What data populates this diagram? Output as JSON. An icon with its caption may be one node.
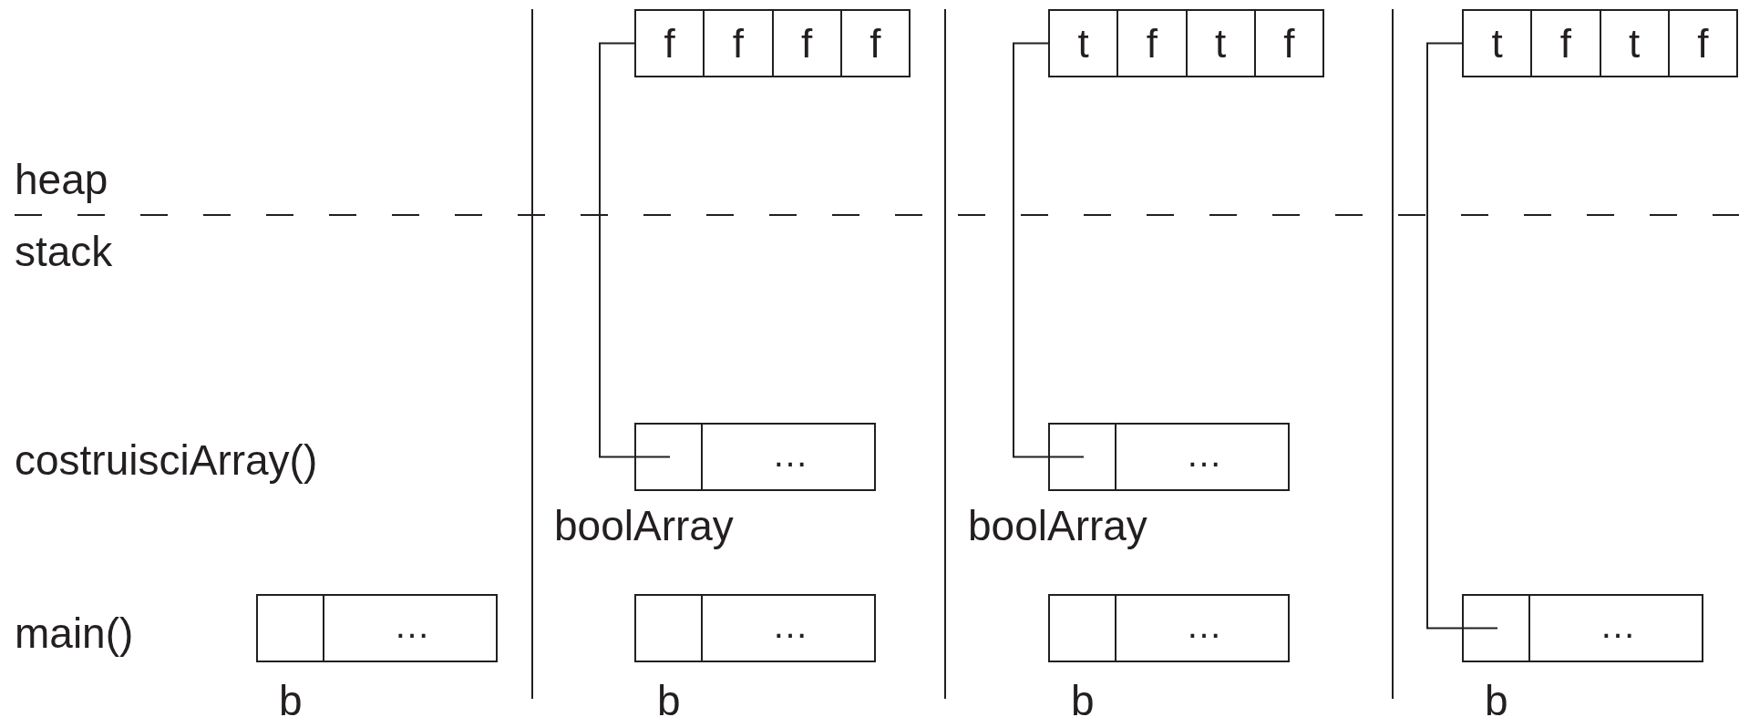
{
  "diagram": {
    "nodes": [
      {
        "text": [
          "f",
          "f",
          "f",
          "f"
        ]
      },
      {
        "text": [
          "t",
          "f",
          "t",
          "f"
        ]
      },
      {
        "text": [
          "t",
          "f",
          "t",
          "f"
        ]
      },
      {
        "text": [
          "…"
        ],
        "beside": [
          "boolArray"
        ]
      },
      {
        "text": [],
        "shape": "box",
        "in": 3
      },
      {
        "text": [
          "…"
        ],
        "beside": [
          "boolArray"
        ]
      },
      {
        "text": [],
        "shape": "box",
        "in": 5
      },
      {
        "text": [
          "…"
        ],
        "beside": [
          "b"
        ]
      },
      {
        "text": [],
        "shape": "box",
        "in": 7
      },
      {
        "text": [
          "…"
        ],
        "beside": [
          "b"
        ]
      },
      {
        "text": [],
        "shape": "box",
        "in": 9
      },
      {
        "text": [
          "…"
        ],
        "beside": [
          "b"
        ]
      },
      {
        "text": [],
        "shape": "box",
        "in": 11
      },
      {
        "text": [
          "…"
        ],
        "beside": [
          "b"
        ]
      },
      {
        "text": [],
        "shape": "box",
        "in": 13
      }
    ],
    "edges": [
      {
        "from": 4,
        "to": 0,
        "arrow": "none"
      },
      {
        "from": 6,
        "to": 1,
        "arrow": "none"
      },
      {
        "from": 14,
        "to": 2,
        "arrow": "none"
      }
    ],
    "labels": [
      "heap",
      "stack",
      "costruisciArray()",
      "main()"
    ]
  }
}
